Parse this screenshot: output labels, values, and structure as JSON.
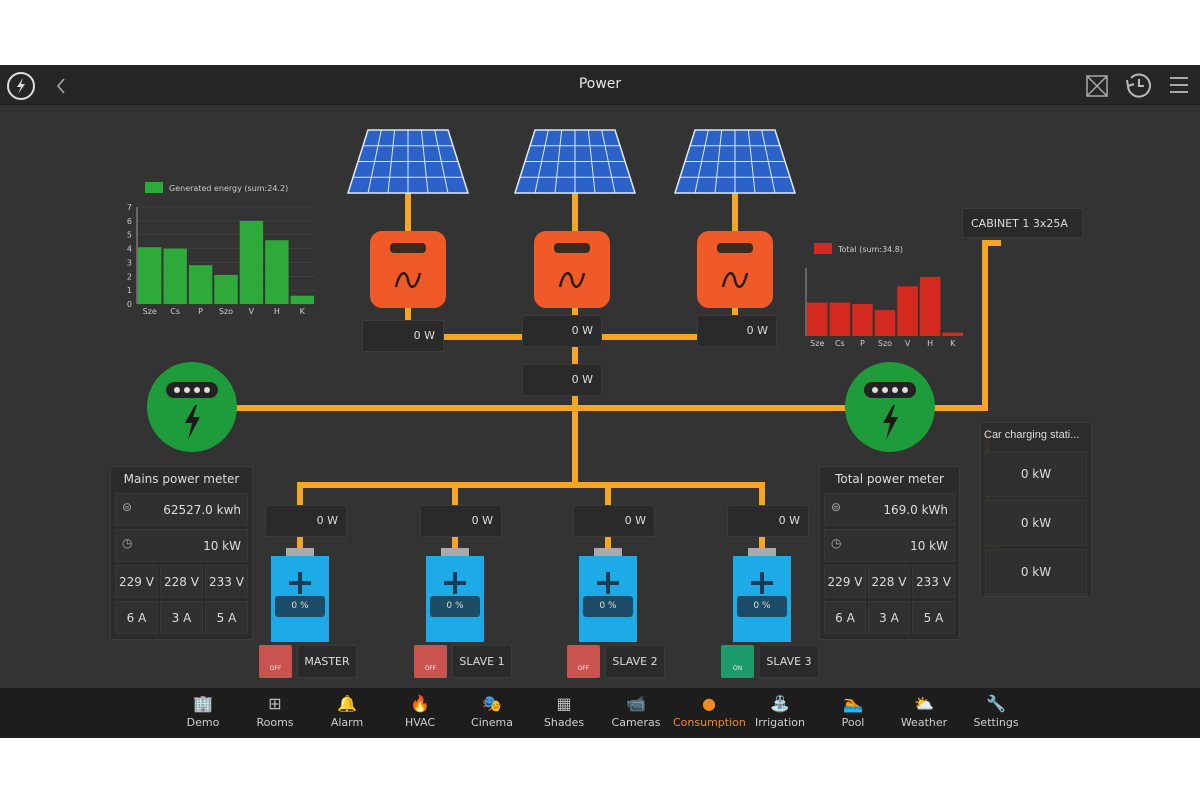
{
  "header": {
    "title": "Power",
    "logo_icon": "power-logo-icon",
    "back_icon": "chevron-left-icon",
    "actions": [
      "fullscreen-icon",
      "history-icon",
      "menu-icon"
    ]
  },
  "wire_color": "#f5a623",
  "inverter_color": "#f05a28",
  "meter_color": "#1e9b3a",
  "battery_color": "#1eaae7",
  "inverters": [
    {
      "power": "0 W"
    },
    {
      "power": "0 W"
    },
    {
      "power": "0 W"
    }
  ],
  "sum_power": "0 W",
  "cabinet": "CABINET 1 3x25A",
  "mains_meter": {
    "title": "Mains power meter",
    "energy": "62527.0 kwh",
    "power": "10 kW",
    "voltages": [
      "229 V",
      "228 V",
      "233 V"
    ],
    "currents": [
      "6 A",
      "3 A",
      "5 A"
    ]
  },
  "total_meter": {
    "title": "Total power meter",
    "energy": "169.0 kWh",
    "power": "10 kW",
    "voltages": [
      "229 V",
      "228 V",
      "233 V"
    ],
    "currents": [
      "6 A",
      "3 A",
      "5 A"
    ]
  },
  "car_charging": {
    "title": "Car charging stati...",
    "values": [
      "0 kW",
      "0 kW",
      "0 kW"
    ]
  },
  "batteries": [
    {
      "power": "0 W",
      "charge": "0 %",
      "name": "MASTER",
      "switch": "OFF",
      "state_color": "#c9534f"
    },
    {
      "power": "0 W",
      "charge": "0 %",
      "name": "SLAVE 1",
      "switch": "OFF",
      "state_color": "#c9534f"
    },
    {
      "power": "0 W",
      "charge": "0 %",
      "name": "SLAVE 2",
      "switch": "OFF",
      "state_color": "#c9534f"
    },
    {
      "power": "0 W",
      "charge": "0 %",
      "name": "SLAVE 3",
      "switch": "ON",
      "state_color": "#1e9b6a"
    }
  ],
  "nav": [
    {
      "label": "Demo",
      "icon": "🏢"
    },
    {
      "label": "Rooms",
      "icon": "⊞"
    },
    {
      "label": "Alarm",
      "icon": "🔔"
    },
    {
      "label": "HVAC",
      "icon": "🔥"
    },
    {
      "label": "Cinema",
      "icon": "🎭"
    },
    {
      "label": "Shades",
      "icon": "▦"
    },
    {
      "label": "Cameras",
      "icon": "📹"
    },
    {
      "label": "Consumption",
      "icon": "●",
      "active": true
    },
    {
      "label": "Irrigation",
      "icon": "⛲"
    },
    {
      "label": "Pool",
      "icon": "🏊"
    },
    {
      "label": "Weather",
      "icon": "⛅"
    },
    {
      "label": "Settings",
      "icon": "🔧"
    }
  ],
  "chart_data": [
    {
      "type": "bar",
      "title": "",
      "legend": "Generated energy (sum:24.2)",
      "categories": [
        "Sze",
        "Cs",
        "P",
        "Szo",
        "V",
        "H",
        "K"
      ],
      "values": [
        4.1,
        4.0,
        2.8,
        2.1,
        6.0,
        4.6,
        0.6
      ],
      "ylim": [
        0,
        7
      ],
      "yticks": [
        0,
        1,
        2,
        3,
        4,
        5,
        6,
        7
      ],
      "color": "#2eaa3a",
      "legend_position": "top"
    },
    {
      "type": "bar",
      "title": "",
      "legend": "Total (sum:34.8)",
      "categories": [
        "Sze",
        "Cs",
        "P",
        "Szo",
        "V",
        "H",
        "K"
      ],
      "values": [
        4.9,
        4.9,
        4.7,
        3.8,
        7.3,
        8.7,
        0.5
      ],
      "ylim": [
        0,
        10
      ],
      "color": "#d42a20",
      "legend_position": "top"
    }
  ]
}
